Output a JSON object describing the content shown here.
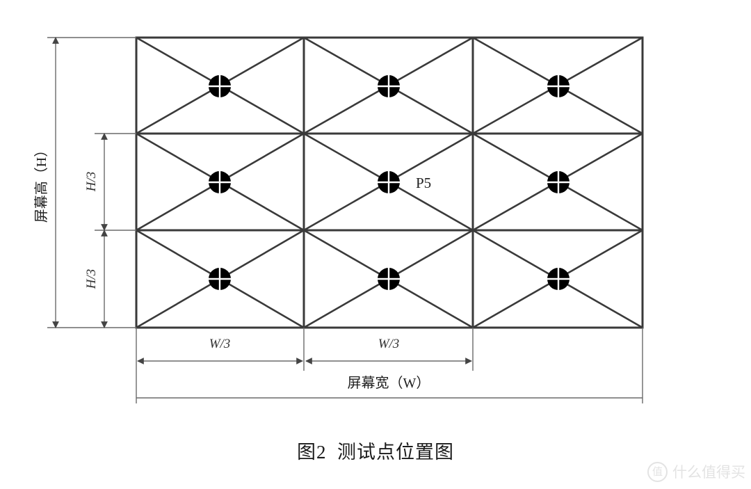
{
  "figure": {
    "caption": "图2  测试点位置图",
    "caption_number": "图2",
    "caption_text": "测试点位置图"
  },
  "chart_data": {
    "type": "diagram",
    "title": "图2  测试点位置图",
    "description": "屏幕测试点位置示意图：屏幕被等分为3×3共9个区域，每个区域绘制对角线交叉（X），交点处为测试点。",
    "grid": {
      "columns": 3,
      "rows": 3,
      "cell_width_label": "W/3",
      "cell_height_label": "H/3",
      "total_width_label": "屏幕宽（W）",
      "total_height_label": "屏幕高（H）"
    },
    "points": [
      {
        "id": "P1",
        "row": 1,
        "col": 1,
        "label": ""
      },
      {
        "id": "P2",
        "row": 1,
        "col": 2,
        "label": ""
      },
      {
        "id": "P3",
        "row": 1,
        "col": 3,
        "label": ""
      },
      {
        "id": "P4",
        "row": 2,
        "col": 1,
        "label": ""
      },
      {
        "id": "P5",
        "row": 2,
        "col": 2,
        "label": "P5"
      },
      {
        "id": "P6",
        "row": 2,
        "col": 3,
        "label": ""
      },
      {
        "id": "P7",
        "row": 3,
        "col": 1,
        "label": ""
      },
      {
        "id": "P8",
        "row": 3,
        "col": 2,
        "label": ""
      },
      {
        "id": "P9",
        "row": 3,
        "col": 3,
        "label": ""
      }
    ],
    "colors": {
      "line": "#3a3a3a",
      "point_fill": "#000000",
      "crosshair": "#ffffff",
      "dimension_line": "#555555",
      "background": "#ffffff"
    }
  },
  "labels": {
    "screen_height": "屏幕高（H）",
    "screen_width": "屏幕宽（W）",
    "h_third_upper": "H/3",
    "h_third_lower": "H/3",
    "w_third_left": "W/3",
    "w_third_middle": "W/3",
    "point_p5": "P5"
  },
  "watermark": {
    "badge": "值",
    "text": "什么值得买"
  }
}
